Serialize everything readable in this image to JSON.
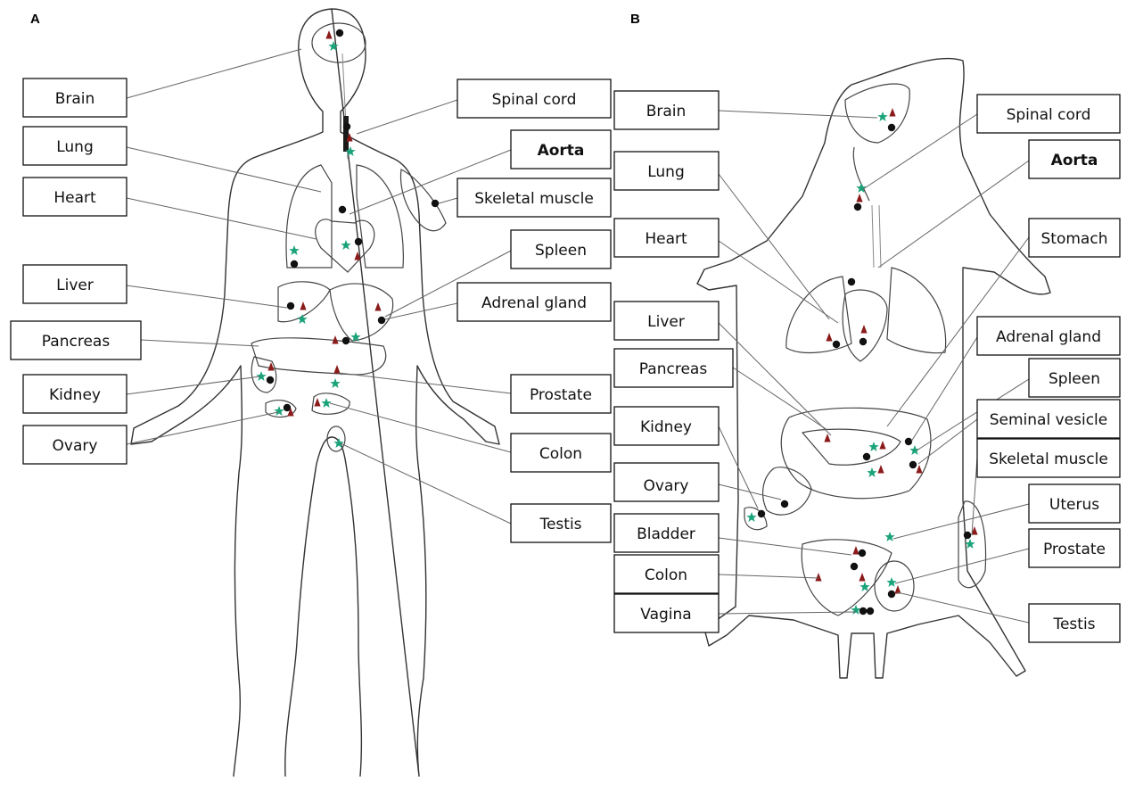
{
  "panels": {
    "a": {
      "letter": "A",
      "labels": {
        "brain": "Brain",
        "lung": "Lung",
        "heart": "Heart",
        "liver": "Liver",
        "pancreas": "Pancreas",
        "kidney": "Kidney",
        "ovary": "Ovary",
        "spinal_cord": "Spinal cord",
        "aorta": "Aorta",
        "skeletal_muscle": "Skeletal muscle",
        "spleen": "Spleen",
        "adrenal_gland": "Adrenal gland",
        "prostate": "Prostate",
        "colon": "Colon",
        "testis": "Testis"
      }
    },
    "b": {
      "letter": "B",
      "labels": {
        "brain": "Brain",
        "lung": "Lung",
        "heart": "Heart",
        "liver": "Liver",
        "pancreas": "Pancreas",
        "kidney": "Kidney",
        "ovary": "Ovary",
        "bladder": "Bladder",
        "colon": "Colon",
        "vagina": "Vagina",
        "spinal_cord": "Spinal cord",
        "aorta": "Aorta",
        "stomach": "Stomach",
        "adrenal_gland": "Adrenal gland",
        "spleen": "Spleen",
        "seminal_vesicle": "Seminal vesicle",
        "skeletal_muscle": "Skeletal muscle",
        "uterus": "Uterus",
        "prostate": "Prostate",
        "testis": "Testis"
      }
    }
  },
  "marker_colors": {
    "circle": "#111111",
    "triangle": "#8b1a1a",
    "star": "#1aa37a"
  },
  "marker_icons": {
    "circle": "black-circle-marker",
    "triangle": "red-triangle-marker",
    "star": "green-star-marker"
  }
}
